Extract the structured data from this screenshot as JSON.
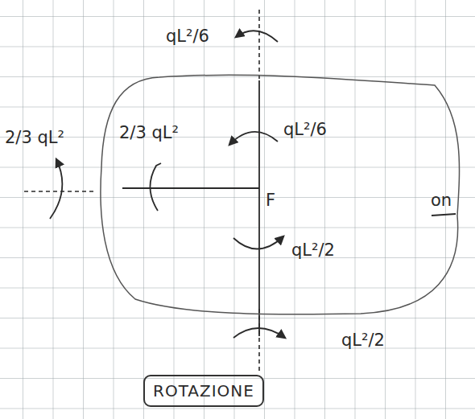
{
  "diagram": {
    "nodes": [
      {
        "text": [
          "2/3 qL²",
          "qL²/6",
          "F",
          "qL²/2"
        ]
      },
      {
        "text": [
          "ROTAZIONE"
        ]
      }
    ],
    "labels": [
      "qL²/6",
      "2/3 qL²",
      "on",
      "qL²/2"
    ]
  }
}
